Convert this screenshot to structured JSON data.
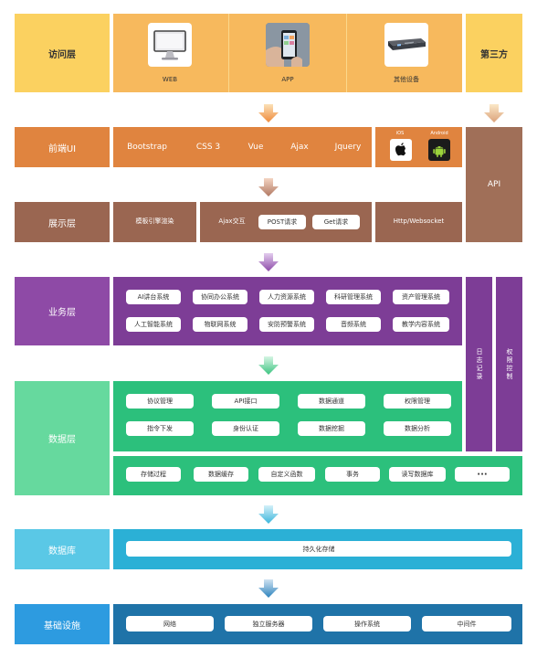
{
  "access": {
    "label": "访问层",
    "items": [
      "WEB",
      "APP",
      "其他设备"
    ],
    "third_party": "第三方"
  },
  "frontend": {
    "label": "前端UI",
    "techs": [
      "Bootstrap",
      "CSS 3",
      "Vue",
      "Ajax",
      "Jquery"
    ],
    "ios_label": "iOS",
    "android_label": "Android",
    "api": "API"
  },
  "display": {
    "label": "展示层",
    "template": "模板引擎渲染",
    "ajax": "Ajax交互",
    "post": "POST请求",
    "get": "Get请求",
    "http": "Http/Websocket"
  },
  "business": {
    "label": "业务层",
    "row1": [
      "AI讲台系统",
      "协同办公系统",
      "人力资源系统",
      "科研管理系统",
      "资产管理系统"
    ],
    "row2": [
      "人工智能系统",
      "物联网系统",
      "安防预警系统",
      "音频系统",
      "教学内容系统"
    ],
    "log": "日志记录",
    "auth": "权限控制"
  },
  "data": {
    "label": "数据层",
    "row1": [
      "协议管理",
      "API接口",
      "数据通道",
      "权限管理"
    ],
    "row2": [
      "指令下发",
      "身份认证",
      "数据挖掘",
      "数据分析"
    ],
    "row3": [
      "存储过程",
      "数据缓存",
      "自定义函数",
      "事务",
      "读写数据库",
      "···"
    ]
  },
  "database": {
    "label": "数据库",
    "item": "持久化存储"
  },
  "infra": {
    "label": "基础设施",
    "items": [
      "网络",
      "独立服务器",
      "操作系统",
      "中间件"
    ]
  },
  "colors": {
    "access": "#f7b95d",
    "access_label": "#fbd160",
    "frontend": "#e0843f",
    "display": "#9a6651",
    "api": "#a06f58",
    "business": "#7d3d96",
    "business_label": "#8e4aa6",
    "data": "#2cc07c",
    "data_label": "#66d99e",
    "database": "#2bb0d6",
    "database_label": "#5ac8e6",
    "infra": "#1f73a8",
    "infra_label": "#2d9be0"
  }
}
